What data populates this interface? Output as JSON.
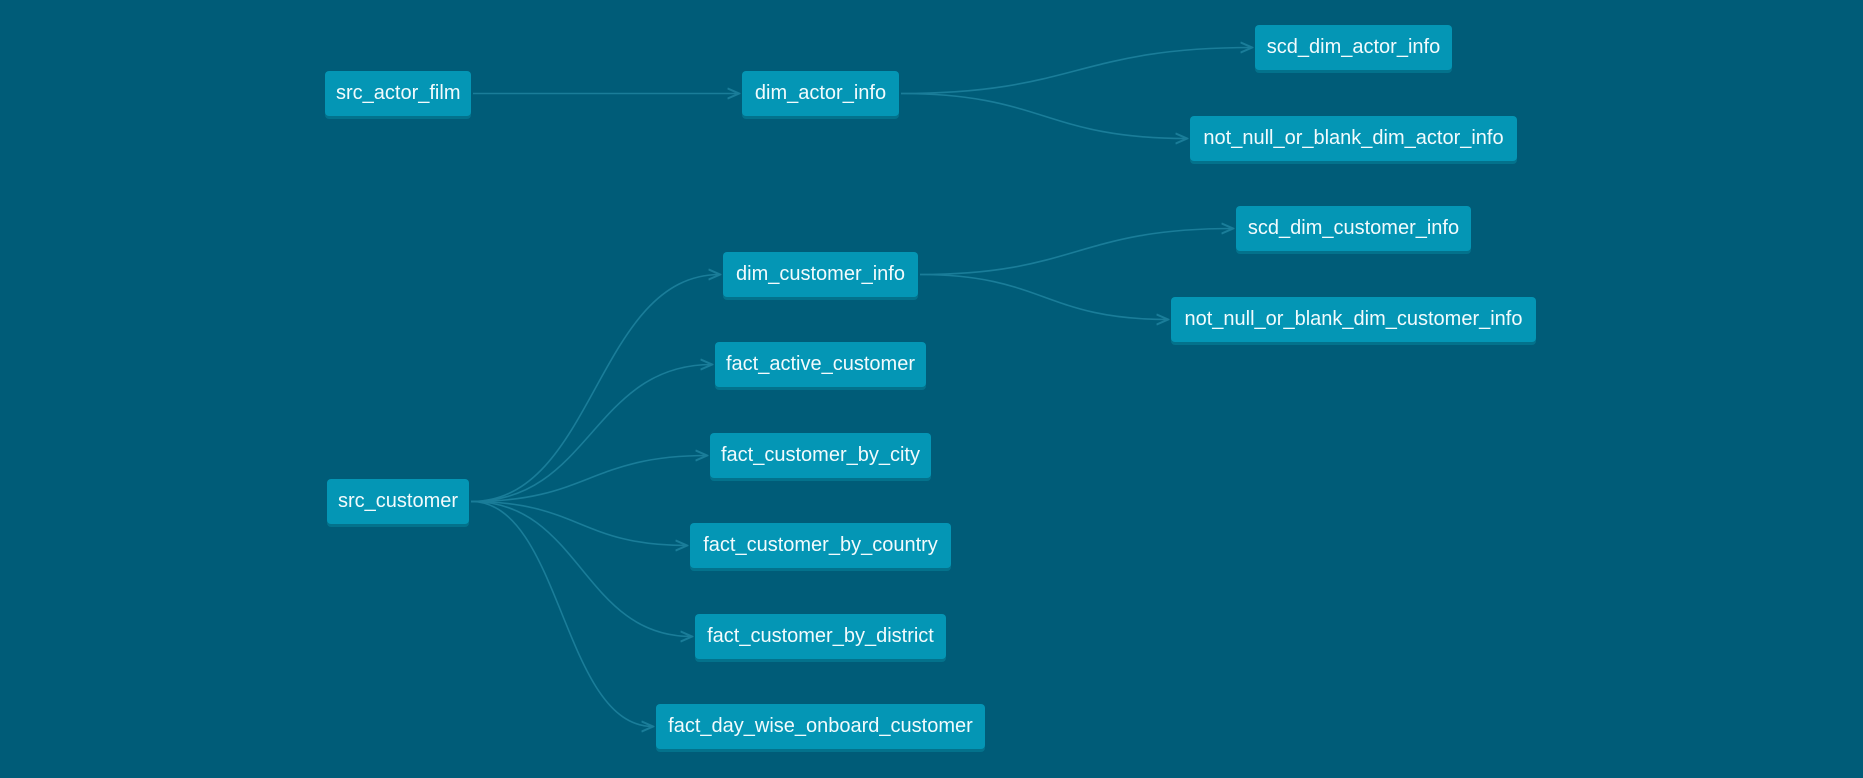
{
  "graph": {
    "nodes": [
      {
        "id": "src_actor_film",
        "label": "src_actor_film"
      },
      {
        "id": "dim_actor_info",
        "label": "dim_actor_info"
      },
      {
        "id": "scd_dim_actor_info",
        "label": "scd_dim_actor_info"
      },
      {
        "id": "not_null_or_blank_dim_actor_info",
        "label": "not_null_or_blank_dim_actor_info"
      },
      {
        "id": "dim_customer_info",
        "label": "dim_customer_info"
      },
      {
        "id": "scd_dim_customer_info",
        "label": "scd_dim_customer_info"
      },
      {
        "id": "not_null_or_blank_dim_customer_info",
        "label": "not_null_or_blank_dim_customer_info"
      },
      {
        "id": "fact_active_customer",
        "label": "fact_active_customer"
      },
      {
        "id": "fact_customer_by_city",
        "label": "fact_customer_by_city"
      },
      {
        "id": "src_customer",
        "label": "src_customer"
      },
      {
        "id": "fact_customer_by_country",
        "label": "fact_customer_by_country"
      },
      {
        "id": "fact_customer_by_district",
        "label": "fact_customer_by_district"
      },
      {
        "id": "fact_day_wise_onboard_customer",
        "label": "fact_day_wise_onboard_customer"
      }
    ],
    "edges": [
      {
        "from": "src_actor_film",
        "to": "dim_actor_info"
      },
      {
        "from": "dim_actor_info",
        "to": "scd_dim_actor_info"
      },
      {
        "from": "dim_actor_info",
        "to": "not_null_or_blank_dim_actor_info"
      },
      {
        "from": "src_customer",
        "to": "dim_customer_info"
      },
      {
        "from": "src_customer",
        "to": "fact_active_customer"
      },
      {
        "from": "src_customer",
        "to": "fact_customer_by_city"
      },
      {
        "from": "src_customer",
        "to": "fact_customer_by_country"
      },
      {
        "from": "src_customer",
        "to": "fact_customer_by_district"
      },
      {
        "from": "src_customer",
        "to": "fact_day_wise_onboard_customer"
      },
      {
        "from": "dim_customer_info",
        "to": "scd_dim_customer_info"
      },
      {
        "from": "dim_customer_info",
        "to": "not_null_or_blank_dim_customer_info"
      }
    ]
  },
  "colors": {
    "background": "#005c78",
    "node_fill": "#0496b5",
    "node_text": "#f2fbfd",
    "edge": "#1a7d99"
  }
}
